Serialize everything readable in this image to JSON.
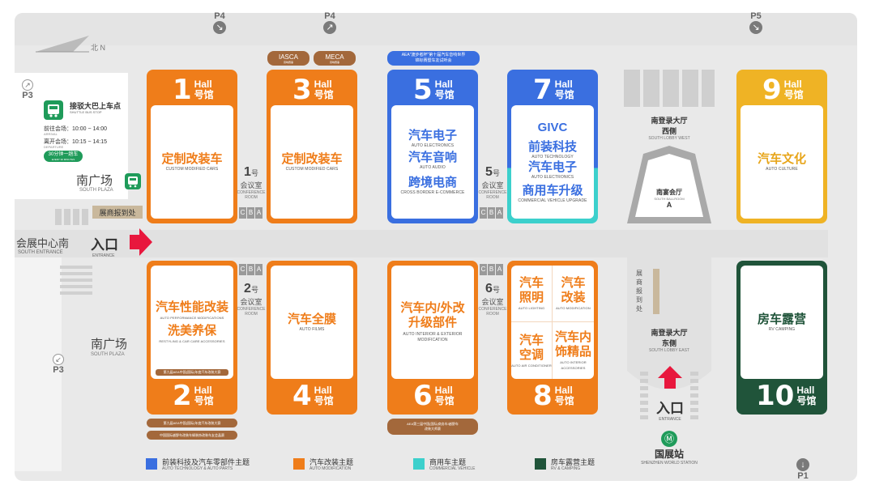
{
  "parking": {
    "p4a": "P4",
    "p4b": "P4",
    "p5": "P5",
    "p3a": "P3",
    "p3b": "P3",
    "p1": "P1"
  },
  "compass": {
    "north": "北 N"
  },
  "shuttle": {
    "title": "接驳大巴上车点",
    "title_en": "SHUTTLE BUS STOP",
    "arrive_label": "前往会场：",
    "arrive_time": "10:00 ~ 14:00",
    "arrive_en": "ARRIVAL",
    "depart_label": "离开会场：",
    "depart_time": "10:15 ~ 14:15",
    "depart_en": "DEPARTURE",
    "freq": "30分钟一趟车",
    "freq_en": "EVERY 30 MINUTES"
  },
  "south_plaza_top": {
    "zh": "南广场",
    "en": "SOUTH PLAZA"
  },
  "south_plaza_bottom": {
    "zh": "南广场",
    "en": "SOUTH PLAZA"
  },
  "registration": "展商报到处",
  "south_entrance": {
    "zh": "会展中心南",
    "en": "SOUTH ENTRANCE"
  },
  "entrance_main": {
    "zh": "入口",
    "en": "ENTRANCE"
  },
  "entrance_east": {
    "zh": "入口",
    "en": "ENTRANCE"
  },
  "pills": {
    "iasca": "IASCA",
    "iasca_sub": "音响赛事",
    "meca": "MECA",
    "meca_sub": "音响赛事",
    "aea_top_1": "AEA\"渡步者杯\"第十届汽车音响世界",
    "aea_top_2": "锦标赛暨车友试听会",
    "hall2_a": "第九届AEA中国(国际)年度汽车改装大赛",
    "hall2_b": "中国国际越野车改装车辆装饰改装车友会晶赛",
    "hall6": "AEA第三届中国(国际)商务车/越野车",
    "hall6_b": "改装大师赛",
    "hall2_inner": "第九届AEA中国(国际)年度汽车改装大赛"
  },
  "halls": {
    "h1": {
      "num": "1",
      "zh": "号馆",
      "en": "Hall",
      "theme": "定制改装车",
      "theme_en": "CUSTOM MODIFIED CARS"
    },
    "h3": {
      "num": "3",
      "zh": "号馆",
      "en": "Hall",
      "theme": "定制改装车",
      "theme_en": "CUSTOM MODIFIED CARS"
    },
    "h5": {
      "num": "5",
      "zh": "号馆",
      "en": "Hall",
      "t1": "汽车电子",
      "t1_en": "AUTO ELECTRONICS",
      "t2": "汽车音响",
      "t2_en": "AUTO AUDIO",
      "t3": "跨境电商",
      "t3_en": "CROSS BORDER E-COMMERCE"
    },
    "h7": {
      "num": "7",
      "zh": "号馆",
      "en": "Hall",
      "t0": "GIVC",
      "t1": "前装科技",
      "t1_en": "AUTO TECHNOLOGY",
      "t2": "汽车电子",
      "t2_en": "AUTO ELECTRONICS",
      "t3": "商用车升级",
      "t3_en": "COMMERCIAL VEHICLE UPGRADE"
    },
    "h9": {
      "num": "9",
      "zh": "号馆",
      "en": "Hall",
      "theme": "汽车文化",
      "theme_en": "AUTO CULTURE"
    },
    "h2": {
      "num": "2",
      "zh": "号馆",
      "en": "Hall",
      "t1": "汽车性能改装",
      "t1_en": "AUTO PERFORMANCE MODIFICATIONS",
      "t2": "洗美养保",
      "t2_en": "RESTYLING & CAR CARE ACCESSORIES"
    },
    "h4": {
      "num": "4",
      "zh": "号馆",
      "en": "Hall",
      "theme": "汽车全膜",
      "theme_en": "AUTO FILMS"
    },
    "h6": {
      "num": "6",
      "zh": "号馆",
      "en": "Hall",
      "t1": "汽车内/外改",
      "t2": "升级部件",
      "t_en1": "AUTO INTERIOR & EXTERIOR",
      "t_en2": "MODIFICATION"
    },
    "h8": {
      "num": "8",
      "zh": "号馆",
      "en": "Hall",
      "q1": "汽车照明",
      "q1a": "汽车",
      "q1b": "照明",
      "q1_en": "AUTO LIGHTING",
      "q2a": "汽车",
      "q2b": "改装",
      "q2_en": "AUTO MODIFICATION",
      "q3a": "汽车",
      "q3b": "空调",
      "q3_en": "AUTO AIR CONDITIONER",
      "q4a": "汽车内",
      "q4b": "饰精品",
      "q4_en": "AUTO INTERIOR ACCESSORIES"
    },
    "h10": {
      "num": "10",
      "zh": "号馆",
      "en": "Hall",
      "theme": "房车露营",
      "theme_en": "RV CAMPING"
    }
  },
  "rooms": {
    "r1": {
      "num": "1",
      "zh_suffix": "号",
      "zh": "会议室",
      "en": "CONFERENCE ROOM"
    },
    "r2": {
      "num": "2",
      "zh_suffix": "号",
      "zh": "会议室",
      "en": "CONFERENCE ROOM"
    },
    "r5": {
      "num": "5",
      "zh_suffix": "号",
      "zh": "会议室",
      "en": "CONFERENCE ROOM"
    },
    "r6": {
      "num": "6",
      "zh_suffix": "号",
      "zh": "会议室",
      "en": "CONFERENCE ROOM"
    },
    "cba": [
      "C",
      "B",
      "A"
    ]
  },
  "lobby_west": {
    "zh1": "南登录大厅",
    "zh2": "西侧",
    "en": "SOUTH LOBBY WEST"
  },
  "ballroom": {
    "zh": "南宴会厅",
    "en": "SOUTH BALLROOM",
    "letter": "A"
  },
  "registration_east": [
    "展",
    "商",
    "报",
    "到",
    "处"
  ],
  "lobby_east": {
    "zh1": "南登录大厅",
    "zh2": "东侧",
    "en": "SOUTH LOBBY EAST"
  },
  "metro": {
    "zh": "国展站",
    "en": "SHENZHEN WORLD STATION"
  },
  "legend": [
    {
      "zh": "前装科技及汽车零部件主题",
      "en": "AUTO TECHNOLOGY & AUTO PARTS",
      "color": "#3a6fe0"
    },
    {
      "zh": "汽车改装主题",
      "en": "AUTO MODIFICATION",
      "color": "#ef7d1a"
    },
    {
      "zh": "商用车主题",
      "en": "COMMERCIAL VEHICLE",
      "color": "#3cd0cc"
    },
    {
      "zh": "房车露营主题",
      "en": "RV & CAMPING",
      "color": "#20543a"
    }
  ]
}
